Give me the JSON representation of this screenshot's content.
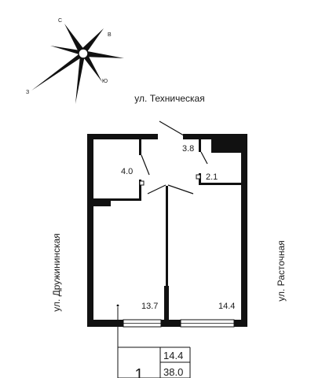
{
  "compass": {
    "letters": {
      "north": "С",
      "east": "В",
      "south": "Ю",
      "west": "З"
    }
  },
  "streets": {
    "top": "ул. Техническая",
    "left": "ул. Дружининская",
    "right": "ул. Расточная"
  },
  "rooms": [
    {
      "id": "hall",
      "area": "3.8"
    },
    {
      "id": "bath",
      "area": "4.0"
    },
    {
      "id": "wc",
      "area": "2.1"
    },
    {
      "id": "living-left",
      "area": "13.7"
    },
    {
      "id": "living-right",
      "area": "14.4"
    }
  ],
  "legend": {
    "rooms_count": "1",
    "living_area": "14.4",
    "total_area": "38.0"
  }
}
